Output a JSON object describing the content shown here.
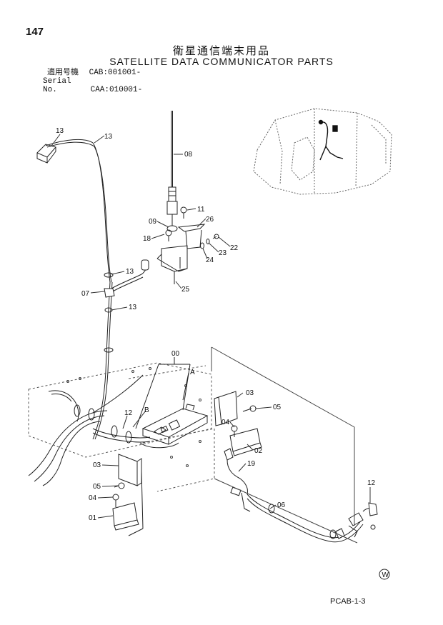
{
  "header": {
    "page_number": "147",
    "title_jp": "衛星通信端末用品",
    "title_en": "SATELLITE DATA COMMUNICATOR PARTS",
    "serial_lines": [
      {
        "label": "適用号機",
        "value": "CAB:001001-"
      },
      {
        "label": "Serial No.",
        "value": "CAA:010001-"
      }
    ]
  },
  "callouts": {
    "c13a": "13",
    "c13b": "13",
    "c13c": "13",
    "c13d": "13",
    "c08": "08",
    "c11": "11",
    "c09": "09",
    "c26": "26",
    "c18": "18",
    "c22": "22",
    "c23": "23",
    "c24": "24",
    "c25": "25",
    "c07": "07",
    "c00": "00",
    "cA": "A",
    "cB": "B",
    "c12a": "12",
    "c03a": "03",
    "c05a": "05",
    "c04a": "04",
    "c02": "02",
    "c19": "19",
    "c03b": "03",
    "c05b": "05",
    "c04b": "04",
    "c01": "01",
    "c06": "06",
    "c12b": "12"
  },
  "footer": {
    "w_mark": "W",
    "code": "PCAB-1-3"
  }
}
